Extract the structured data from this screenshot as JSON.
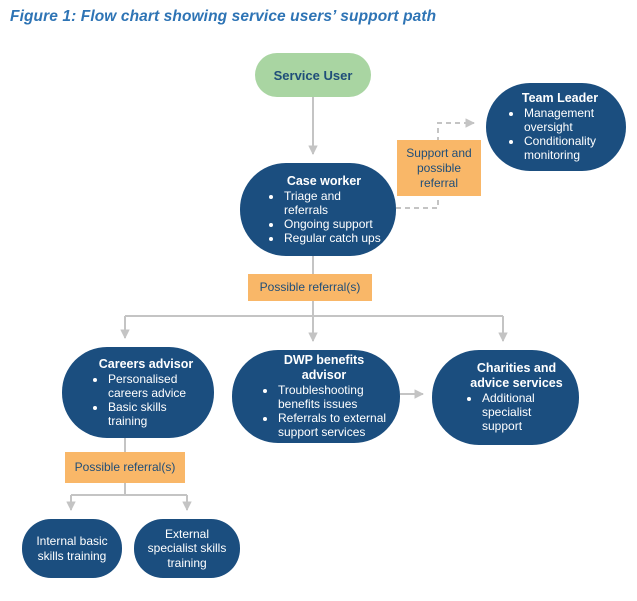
{
  "caption": "Figure 1: Flow chart showing service users’ support path",
  "colors": {
    "node_blue": "#1b4e7f",
    "green": "#a9d5a2",
    "orange": "#f9b768",
    "line_gray": "#c4c4c4",
    "text_blue": "#1f4e79",
    "title_blue": "#2e74b5"
  },
  "nodes": {
    "service_user": {
      "label": "Service User"
    },
    "team_leader": {
      "title": "Team Leader",
      "bullets": [
        "Management oversight",
        "Conditionality monitoring"
      ]
    },
    "case_worker": {
      "title": "Case worker",
      "bullets": [
        "Triage and referrals",
        "Ongoing support",
        "Regular catch ups"
      ]
    },
    "careers_advisor": {
      "title": "Careers advisor",
      "bullets": [
        "Personalised careers advice",
        "Basic skills training"
      ]
    },
    "dwp_advisor": {
      "title": "DWP benefits advisor",
      "bullets": [
        "Troubleshooting benefits issues",
        "Referrals to external support services"
      ]
    },
    "charities": {
      "title": "Charities and advice services",
      "bullets": [
        "Additional specialist support"
      ]
    },
    "internal_training": {
      "label": "Internal basic skills training"
    },
    "external_training": {
      "label": "External specialist skills training"
    }
  },
  "labels": {
    "support_referral": "Support and possible referral",
    "possible_referral_1": "Possible referral(s)",
    "possible_referral_2": "Possible referral(s)"
  }
}
